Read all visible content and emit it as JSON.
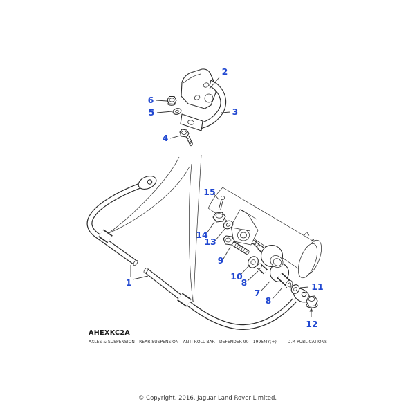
{
  "diagram": {
    "title_code": "AHEXKC2A",
    "caption": "AXLES & SUSPENSION - REAR SUSPENSION - ANTI ROLL BAR - DEFENDER 90 - 1995MY(+)",
    "publisher": "D.P. PUBLICATIONS",
    "colors": {
      "background": "#ffffff",
      "line_art": "#2b2b2b",
      "callout_number": "#2148d1",
      "leader_line": "#3a3a3a"
    },
    "callouts": {
      "c1": "1",
      "c2": "2",
      "c3": "3",
      "c4": "4",
      "c5": "5",
      "c6": "6",
      "c7": "7",
      "c8a": "8",
      "c8b": "8",
      "c9": "9",
      "c10": "10",
      "c11": "11",
      "c12": "12",
      "c13": "13",
      "c14": "14",
      "c15": "15"
    }
  },
  "footer": {
    "copyright": "© Copyright, 2016. Jaguar Land Rover Limited."
  }
}
